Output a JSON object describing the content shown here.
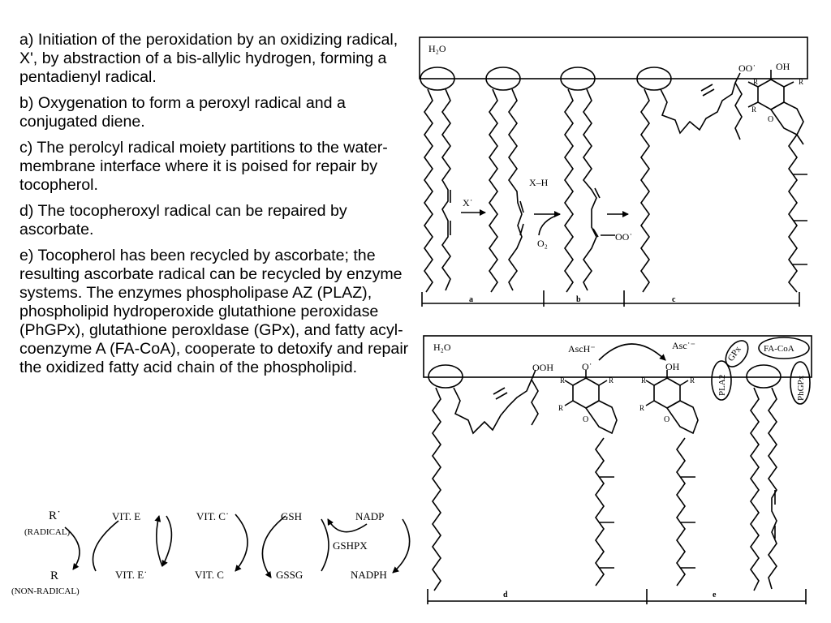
{
  "text": {
    "a": "a) Initiation of the peroxidation by an oxidizing radical, X', by abstraction of a bis-allylic hydrogen, forming a pentadienyl radical.",
    "b": "b) Oxygenation to form a peroxyl radical and a conjugated diene.",
    "c": "c) The perolcyl radical moiety partitions to the water-membrane interface where it is poised for repair by tocopherol.",
    "d": "d) The tocopheroxyl radical can be repaired by ascorbate.",
    "e": "e) Tocopherol has been recycled by ascorbate; the resulting ascorbate radical can be recycled by enzyme systems. The enzymes phospholipase AZ (PLAZ), phospholipid hydroperoxide glutathione peroxidase (PhGPx), glutathione peroxldase (GPx), and fatty acyl-coenzyme A (FA-CoA), cooperate to detoxify and repair the oxidized fatty acid chain of the phospholipid."
  },
  "cycle": {
    "r_radical": "R˙",
    "radical_label": "(RADICAL)",
    "r_nonradical": "R",
    "nonradical_label": "(NON-RADICAL)",
    "vit_e_top": "VIT. E",
    "vit_e_bottom": "VIT. E˙",
    "vit_c_top": "VIT. C˙",
    "vit_c_bottom": "VIT. C",
    "gsh": "GSH",
    "gssg": "GSSG",
    "nadp": "NADP",
    "nadph": "NADPH",
    "gshpx": "GSHPX"
  },
  "top_panel": {
    "water": "H₂O",
    "x_radical": "X˙",
    "xh": "X–H",
    "o2": "O₂",
    "oo_radical": "OO˙",
    "oo_radical_2": "OO˙",
    "oh": "OH",
    "r1": "R",
    "r2": "R",
    "r3": "R",
    "o_ring": "O",
    "label_a": "a",
    "label_b": "b",
    "label_c": "c"
  },
  "bottom_panel": {
    "water": "H₂O",
    "asch": "AscH⁻",
    "asc": "Asc˙⁻",
    "ooh": "OOH",
    "o_radical": "O˙",
    "oh": "OH",
    "r_a1": "R",
    "r_a2": "R",
    "r_a3": "R",
    "r_b1": "R",
    "r_b2": "R",
    "r_b3": "R",
    "o_ring_a": "O",
    "o_ring_b": "O",
    "gpx": "GPx",
    "facoa": "FA-CoA",
    "plaz": "PLA2",
    "phgpx": "PhGPx",
    "label_d": "d",
    "label_e": "e"
  }
}
